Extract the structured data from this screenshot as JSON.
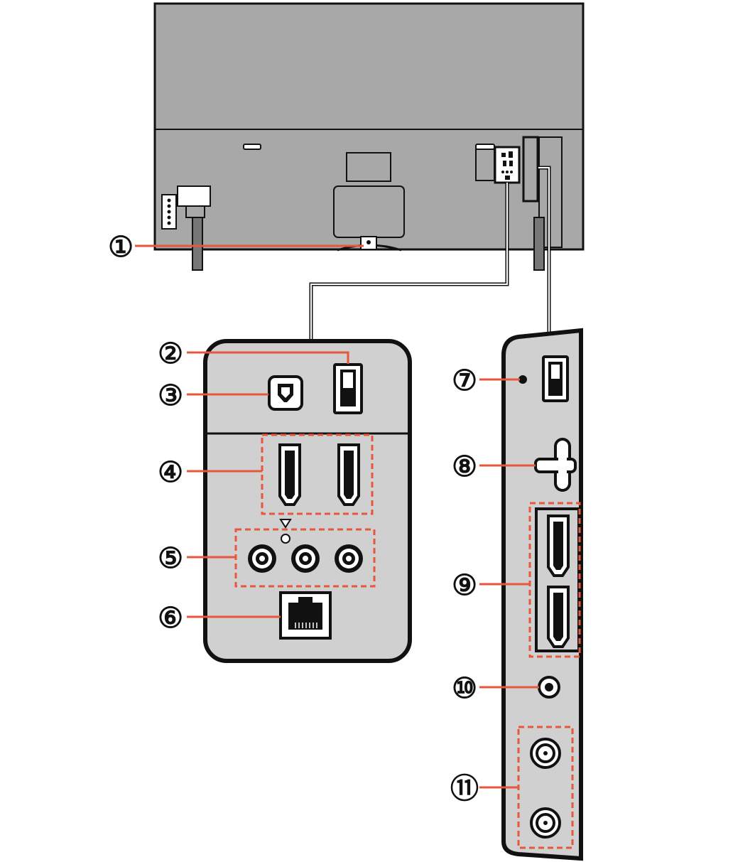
{
  "callouts": [
    {
      "id": 1,
      "label": "①"
    },
    {
      "id": 2,
      "label": "②"
    },
    {
      "id": 3,
      "label": "③"
    },
    {
      "id": 4,
      "label": "④"
    },
    {
      "id": 5,
      "label": "⑤"
    },
    {
      "id": 6,
      "label": "⑥"
    },
    {
      "id": 7,
      "label": "⑦"
    },
    {
      "id": 8,
      "label": "⑧"
    },
    {
      "id": 9,
      "label": "⑨"
    },
    {
      "id": 10,
      "label": "⑩"
    },
    {
      "id": 11,
      "label": "⑪"
    }
  ],
  "colors": {
    "callout_line": "#e8563c",
    "panel_fill": "#d0d0d0",
    "tv_body": "#a8a8a8",
    "outline": "#111111"
  }
}
